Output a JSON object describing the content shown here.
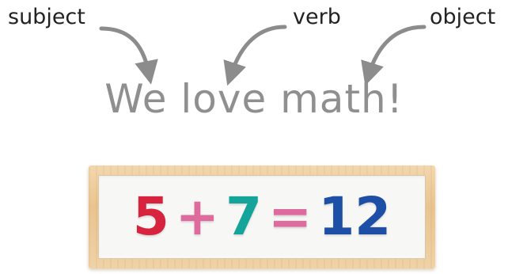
{
  "labels": {
    "subject": "subject",
    "verb": "verb",
    "object": "object"
  },
  "sentence": "We love math!",
  "equation": {
    "tokens": [
      {
        "text": "5",
        "color": "#d8233f"
      },
      {
        "text": "+",
        "color": "#de6a9e"
      },
      {
        "text": "7",
        "color": "#14a49a"
      },
      {
        "text": "=",
        "color": "#de6a9e"
      },
      {
        "text": "12",
        "color": "#1e4fa6"
      }
    ]
  },
  "colors": {
    "arrow": "#8c8c8c",
    "sentence": "#8f8f8f"
  }
}
